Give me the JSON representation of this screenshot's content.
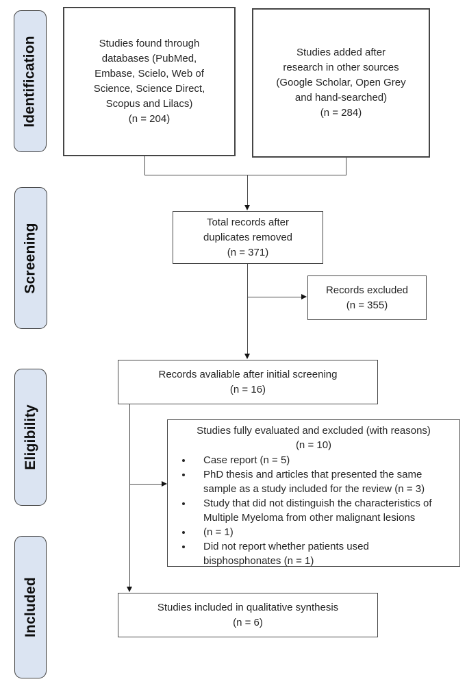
{
  "diagram_type": "PRISMA flow diagram",
  "colors": {
    "stage_fill": "#dbe4f2",
    "stage_border": "#3d3d3d",
    "box_border": "#454545",
    "line": "#4a4a4a",
    "text": "#262626"
  },
  "stages": [
    {
      "label": "Identification"
    },
    {
      "label": "Screening"
    },
    {
      "label": "Eligibility"
    },
    {
      "label": "Included"
    }
  ],
  "flow": {
    "databases_box": {
      "lines": "Studies found through\ndatabases (PubMed,\nEmbase, Scielo, Web of\nScience, Science Direct,\nScopus and Lilacs)\n(n = 204)"
    },
    "other_sources_box": {
      "lines": "Studies added after\nresearch in other sources\n(Google Scholar, Open Grey\nand hand-searched)\n(n = 284)"
    },
    "duplicates_box": {
      "lines": "Total records after\nduplicates removed\n(n = 371)"
    },
    "excluded_box": {
      "lines": "Records excluded\n(n = 355)"
    },
    "screening_box": {
      "lines": "Records avaliable after initial screening\n(n = 16)"
    },
    "reasons_box": {
      "title": "Studies fully evaluated and excluded (with reasons)",
      "count": "(n = 10)",
      "reasons": [
        "Case report (n = 5)",
        "PhD thesis and articles that presented the same\nsample as a study included for the review (n = 3)",
        "Study that did not distinguish the characteristics of\nMultiple Myeloma from other malignant lesions",
        "(n = 1)",
        "Did not report whether patients used\nbisphosphonates (n = 1)"
      ]
    },
    "included_box": {
      "lines": "Studies included in qualitative synthesis\n(n = 6)"
    }
  }
}
